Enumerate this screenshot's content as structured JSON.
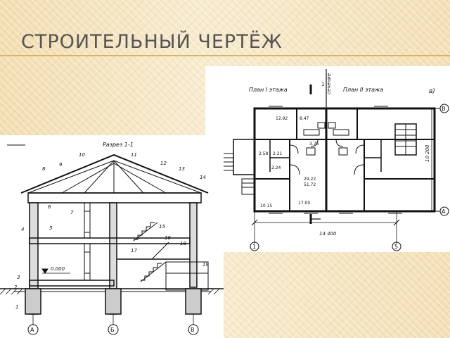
{
  "slide": {
    "title": "СТРОИТЕЛЬНЫЙ ЧЕРТЁЖ"
  },
  "plan": {
    "label_left": "План I этажа",
    "label_right": "План II этажа",
    "letter": "в)",
    "cut_mark": "1",
    "axis_top": "В",
    "axis_bottom": "А",
    "axis_left": "1",
    "axis_right": "5",
    "dim_width": "14 400",
    "dim_height": "10 200",
    "areas": [
      "12.92",
      "8.47",
      "3.76",
      "2.58",
      "2.21",
      "2.24",
      "29.22",
      "51.72",
      "17.00",
      "10.15"
    ]
  },
  "section": {
    "title": "Разрез 1-1",
    "level": "0.000",
    "axes": [
      "А",
      "Б",
      "В"
    ],
    "callouts": [
      "1",
      "2",
      "3",
      "4",
      "5",
      "6",
      "7",
      "8",
      "9",
      "10",
      "11",
      "12",
      "13",
      "14",
      "15",
      "16",
      "17",
      "18",
      "19"
    ]
  }
}
